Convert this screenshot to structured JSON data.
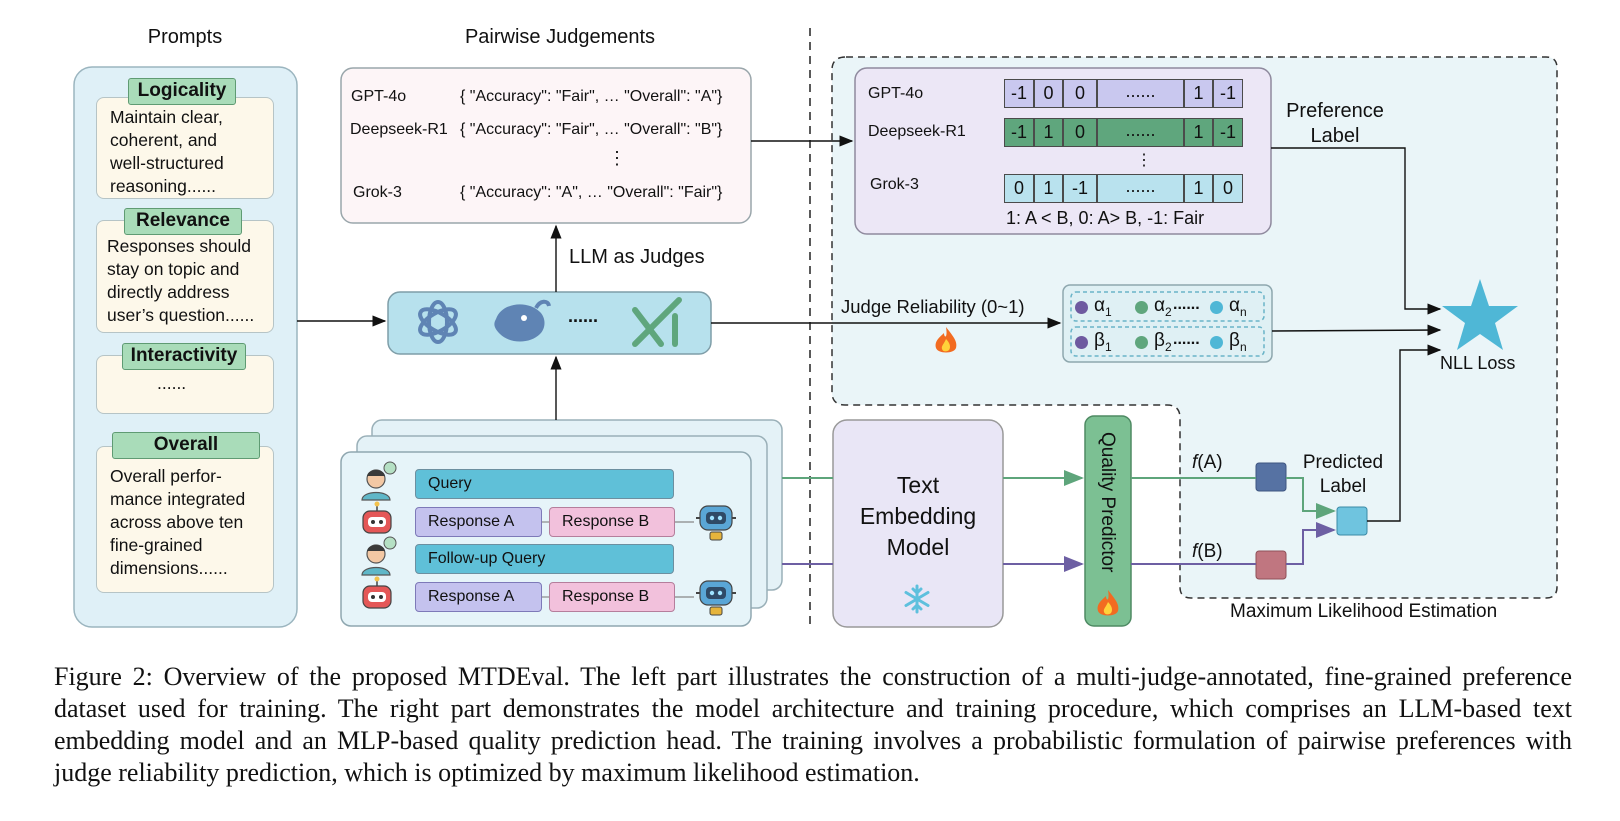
{
  "headers": {
    "prompts": "Prompts",
    "pairwise": "Pairwise Judgements"
  },
  "prompt_cards": [
    {
      "tag": "Logicality",
      "text": "Maintain clear,\ncoherent, and\nwell-structured\nreasoning......"
    },
    {
      "tag": "Relevance",
      "text": "Responses should\nstay on topic and\ndirectly address\nuser’s question......"
    },
    {
      "tag": "Interactivity",
      "text": "......"
    },
    {
      "tag": "Overall",
      "text": "Overall perfor-\nmance integrated\nacross above ten\nfine-grained\ndimensions......"
    }
  ],
  "judgements": [
    {
      "model": "GPT-4o",
      "json": "{ \"Accuracy\": \"Fair\", … \"Overall\": \"A\"}"
    },
    {
      "model": "Deepseek-R1",
      "json": "{ \"Accuracy\": \"Fair\", … \"Overall\": \"B\"}"
    },
    {
      "model": "Grok-3",
      "json": "{ \"Accuracy\": \"A\", … \"Overall\": \"Fair\"}"
    }
  ],
  "vdots": "⋮",
  "llm_as_judges": "LLM as Judges",
  "judges_ellipsis": "......",
  "preference_table": {
    "rows": [
      {
        "model": "GPT-4o",
        "cells": [
          "-1",
          "0",
          "0",
          "......",
          "1",
          "-1"
        ],
        "color": "#c9c8ef"
      },
      {
        "model": "Deepseek-R1",
        "cells": [
          "-1",
          "1",
          "0",
          "......",
          "1",
          "-1"
        ],
        "color": "#5fa67d"
      },
      {
        "model": "Grok-3",
        "cells": [
          "0",
          "1",
          "-1",
          "......",
          "1",
          "0"
        ],
        "color": "#b9e2ee"
      }
    ],
    "legend": "1: A < B, 0: A> B, -1: Fair"
  },
  "preference_label": "Preference\nLabel",
  "judge_reliability": "Judge Reliability (0~1)",
  "alpha_row": {
    "items": [
      "α",
      "α",
      "α"
    ],
    "subs": [
      "1",
      "2",
      "n"
    ],
    "dots": "......"
  },
  "beta_row": {
    "items": [
      "β",
      "β",
      "β"
    ],
    "subs": [
      "1",
      "2",
      "n"
    ],
    "dots": "......"
  },
  "dot_colors": [
    "#6e5aa0",
    "#5fa67d",
    "#4fb7d6"
  ],
  "nll_loss": "NLL Loss",
  "conversation": {
    "query": "Query",
    "response_a": "Response A",
    "response_b": "Response B",
    "follow_up": "Follow-up Query",
    "response_a2": "Response A",
    "response_b2": "Response B"
  },
  "text_embedding": "Text\nEmbedding\nModel",
  "quality_predictor": "Quality Predictor",
  "fa_italic": "f",
  "fa_rest": "(A)",
  "fb_italic": "f",
  "fb_rest": "(B)",
  "predicted_label": "Predicted\nLabel",
  "mle": "Maximum Likelihood Estimation",
  "caption": "Figure 2: Overview of the proposed MTDEval. The left part illustrates the construction of a multi-judge-annotated, fine-grained preference dataset used for training. The right part demonstrates the model architecture and training procedure, which comprises an LLM-based text embedding model and an MLP-based quality prediction head. The training involves a probabilistic formulation of pairwise preferences with judge reliability prediction, which is optimized by maximum likelihood estimation."
}
